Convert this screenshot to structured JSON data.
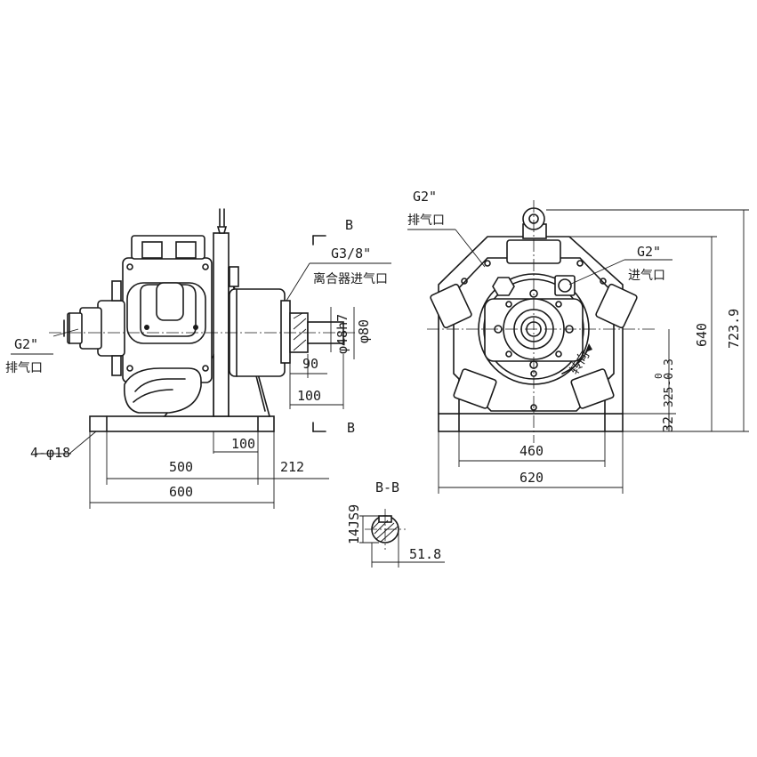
{
  "labels": {
    "exhaust_left_size": "G2\"",
    "exhaust_left_text": "排气口",
    "exhaust_top_size": "G2\"",
    "exhaust_top_text": "排气口",
    "intake_right_size": "G2\"",
    "intake_right_text": "进气口",
    "clutch_intake_size": "G3/8\"",
    "clutch_intake_text": "离合器进气口",
    "section_marker": "B",
    "section_title": "B-B",
    "rotation_text": "转向"
  },
  "dimensions": {
    "holes": "4-φ18",
    "d500": "500",
    "d600": "600",
    "d100_base": "100",
    "d212": "212",
    "d90": "90",
    "d100_shaft": "100",
    "shaft_dia": "φ48h7",
    "flange_dia": "φ80",
    "d460": "460",
    "d620": "620",
    "d640": "640",
    "d723": "723.9",
    "d325": "325-0.3",
    "d325_top": "0",
    "d32": "32",
    "key_width": "14JS9",
    "key_depth": "51.8"
  }
}
